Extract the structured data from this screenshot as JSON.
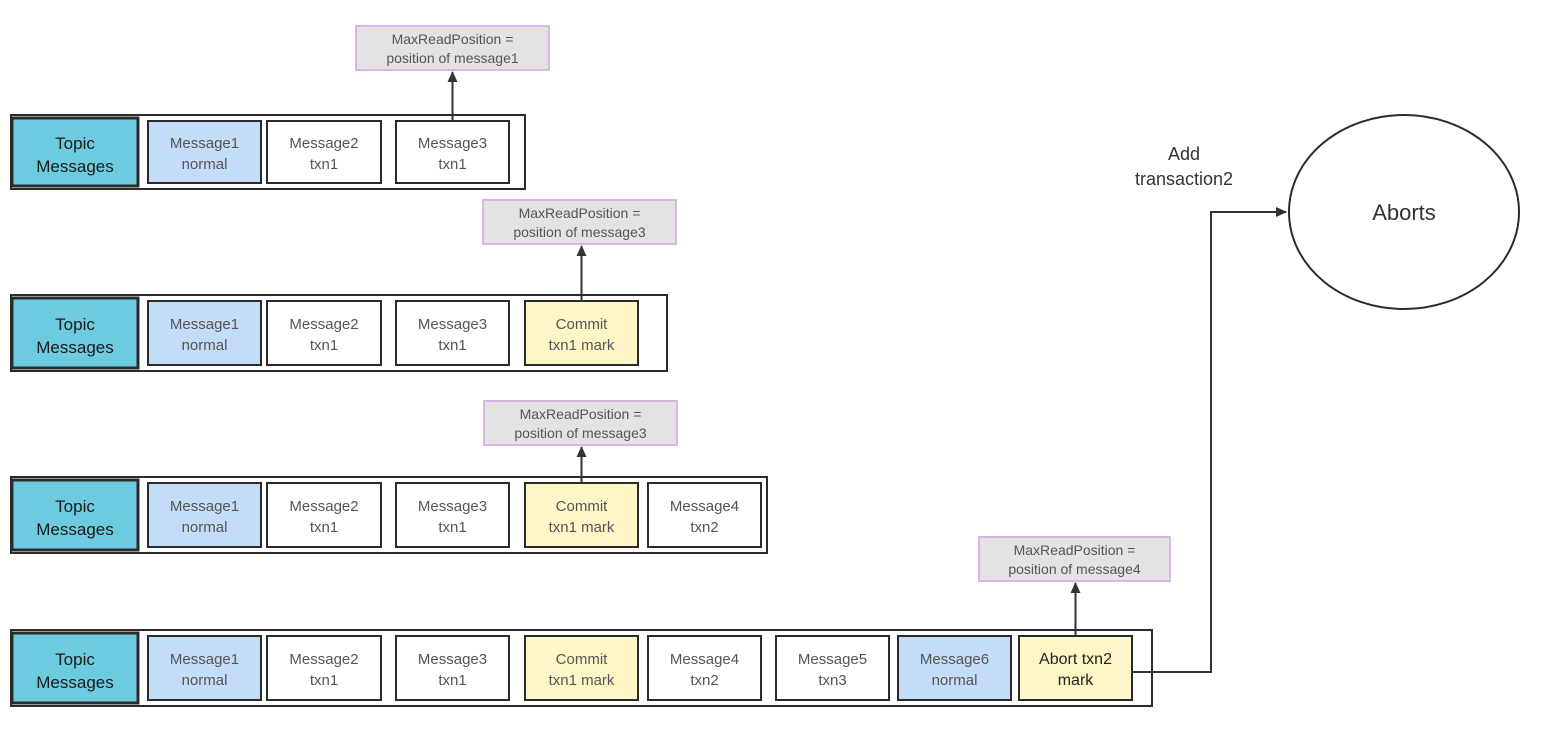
{
  "colors": {
    "topic": "#6dcbe0",
    "normal": "#c3dcf7",
    "txn": "#ffffff",
    "mark": "#fdf7c7",
    "mrp_fill": "#e3e3e3",
    "mrp_border": "#d9b6e6",
    "line": "#333333"
  },
  "rows": [
    {
      "topic": [
        "Topic",
        "Messages"
      ],
      "cells": [
        {
          "l1": "Message1",
          "l2": "normal",
          "kind": "normal"
        },
        {
          "l1": "Message2",
          "l2": "txn1",
          "kind": "txn"
        },
        {
          "l1": "Message3",
          "l2": "txn1",
          "kind": "txn"
        }
      ],
      "max_read_position": [
        "MaxReadPosition =",
        "position of message1"
      ]
    },
    {
      "topic": [
        "Topic",
        "Messages"
      ],
      "cells": [
        {
          "l1": "Message1",
          "l2": "normal",
          "kind": "normal"
        },
        {
          "l1": "Message2",
          "l2": "txn1",
          "kind": "txn"
        },
        {
          "l1": "Message3",
          "l2": "txn1",
          "kind": "txn"
        },
        {
          "l1": "Commit",
          "l2": "txn1 mark",
          "kind": "mark"
        }
      ],
      "max_read_position": [
        "MaxReadPosition =",
        "position of message3"
      ]
    },
    {
      "topic": [
        "Topic",
        "Messages"
      ],
      "cells": [
        {
          "l1": "Message1",
          "l2": "normal",
          "kind": "normal"
        },
        {
          "l1": "Message2",
          "l2": "txn1",
          "kind": "txn"
        },
        {
          "l1": "Message3",
          "l2": "txn1",
          "kind": "txn"
        },
        {
          "l1": "Commit",
          "l2": "txn1 mark",
          "kind": "mark"
        },
        {
          "l1": "Message4",
          "l2": "txn2",
          "kind": "txn"
        }
      ],
      "max_read_position": [
        "MaxReadPosition =",
        "position of message3"
      ]
    },
    {
      "topic": [
        "Topic",
        "Messages"
      ],
      "cells": [
        {
          "l1": "Message1",
          "l2": "normal",
          "kind": "normal"
        },
        {
          "l1": "Message2",
          "l2": "txn1",
          "kind": "txn"
        },
        {
          "l1": "Message3",
          "l2": "txn1",
          "kind": "txn"
        },
        {
          "l1": "Commit",
          "l2": "txn1 mark",
          "kind": "mark"
        },
        {
          "l1": "Message4",
          "l2": "txn2",
          "kind": "txn"
        },
        {
          "l1": "Message5",
          "l2": "txn3",
          "kind": "txn"
        },
        {
          "l1": "Message6",
          "l2": "normal",
          "kind": "normal"
        },
        {
          "l1": "Abort txn2",
          "l2": "mark",
          "kind": "mark"
        }
      ],
      "max_read_position": [
        "MaxReadPosition =",
        "position of message4"
      ]
    }
  ],
  "add_label": [
    "Add",
    "transaction2"
  ],
  "aborts_label": "Aborts"
}
